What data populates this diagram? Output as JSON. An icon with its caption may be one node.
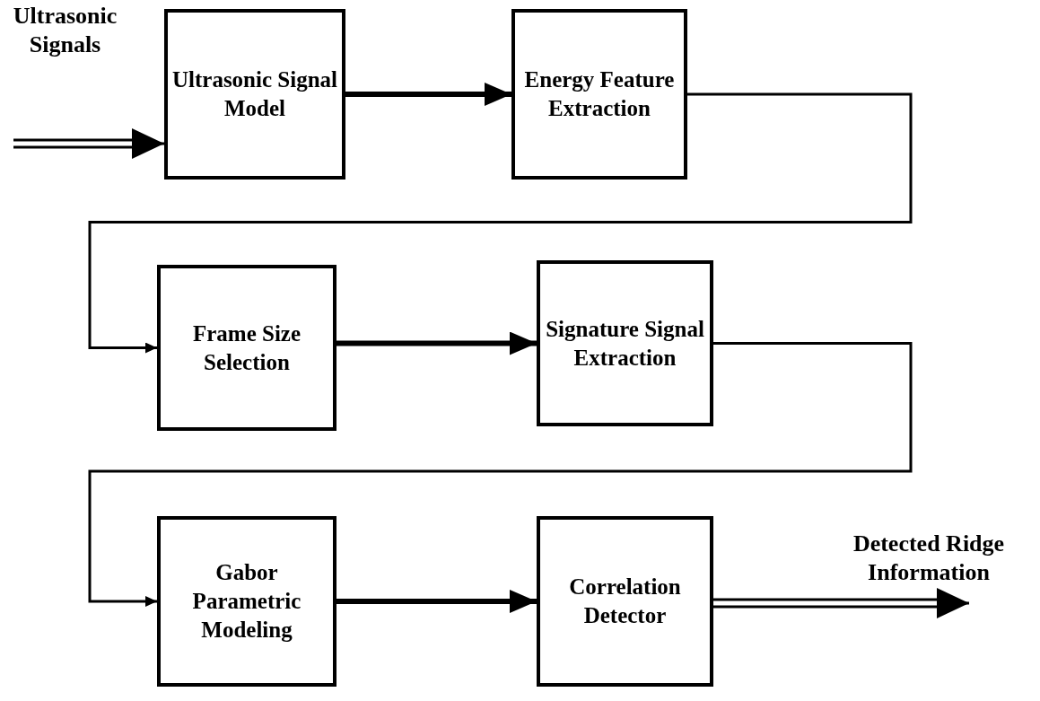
{
  "diagram": {
    "nodes": [
      {
        "text": [
          "Ultrasonic Signal Model"
        ]
      },
      {
        "text": [
          "Energy Feature Extraction"
        ]
      },
      {
        "text": [
          "Frame Size Selection"
        ]
      },
      {
        "text": [
          "Signature Signal Extraction"
        ]
      },
      {
        "text": [
          "Gabor Parametric Modeling"
        ]
      },
      {
        "text": [
          "Correlation Detector"
        ]
      }
    ],
    "edges": [
      {
        "from": null,
        "to": 0,
        "arrow": "to"
      },
      {
        "from": 0,
        "to": 1,
        "arrow": "to",
        "style": "thick"
      },
      {
        "from": 1,
        "to": 2,
        "arrow": "to"
      },
      {
        "from": 2,
        "to": 3,
        "arrow": "to",
        "style": "thick"
      },
      {
        "from": 3,
        "to": 4,
        "arrow": "to"
      },
      {
        "from": 4,
        "to": 5,
        "arrow": "to",
        "style": "thick"
      },
      {
        "from": 5,
        "to": null,
        "arrow": "to"
      }
    ],
    "labels": [
      "Ultrasonic Signals",
      "Detected Ridge Information"
    ]
  }
}
